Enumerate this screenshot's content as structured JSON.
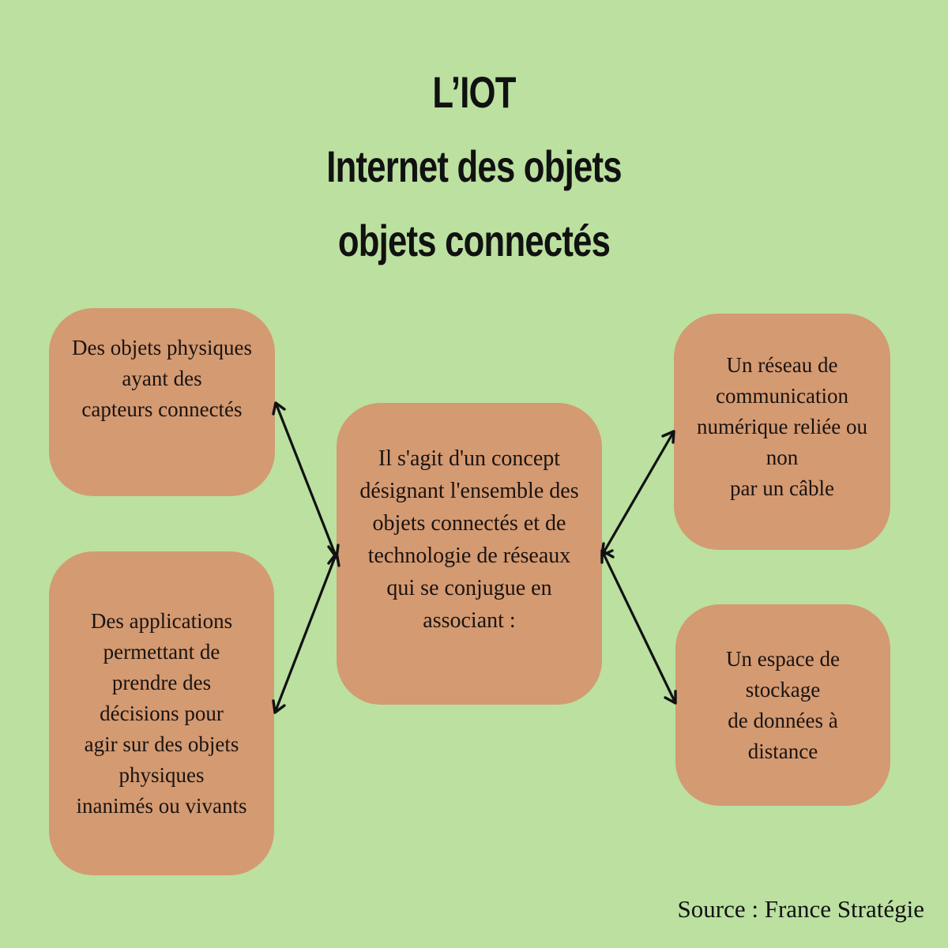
{
  "title": {
    "lines": [
      "L’IOT",
      "Internet des objets",
      "objets connectés"
    ]
  },
  "colors": {
    "background": "#bbe0a0",
    "box_fill": "#d49a72",
    "text": "#1a1310",
    "arrow": "#111111"
  },
  "center_box": {
    "text": "Il s'agit d'un concept\ndésignant l'ensemble des\nobjets connectés et de\ntechnologie de réseaux\nqui se conjugue en\nassociant :"
  },
  "boxes": {
    "top_left": {
      "text": "Des objets physiques\nayant des\ncapteurs connectés"
    },
    "bottom_left": {
      "text": "Des applications\npermettant de\nprendre des\ndécisions pour\nagir sur des objets\nphysiques\ninanimés ou vivants"
    },
    "top_right": {
      "text": "Un réseau de\ncommunication\nnumérique reliée ou\nnon\npar un câble"
    },
    "bottom_right": {
      "text": "Un espace de\nstockage\nde données à\ndistance"
    }
  },
  "connections": [
    {
      "from": "center",
      "to": "top_left",
      "type": "double-arrow"
    },
    {
      "from": "center",
      "to": "bottom_left",
      "type": "double-arrow"
    },
    {
      "from": "center",
      "to": "top_right",
      "type": "double-arrow"
    },
    {
      "from": "center",
      "to": "bottom_right",
      "type": "double-arrow"
    }
  ],
  "source": {
    "text": "Source : France Stratégie"
  }
}
